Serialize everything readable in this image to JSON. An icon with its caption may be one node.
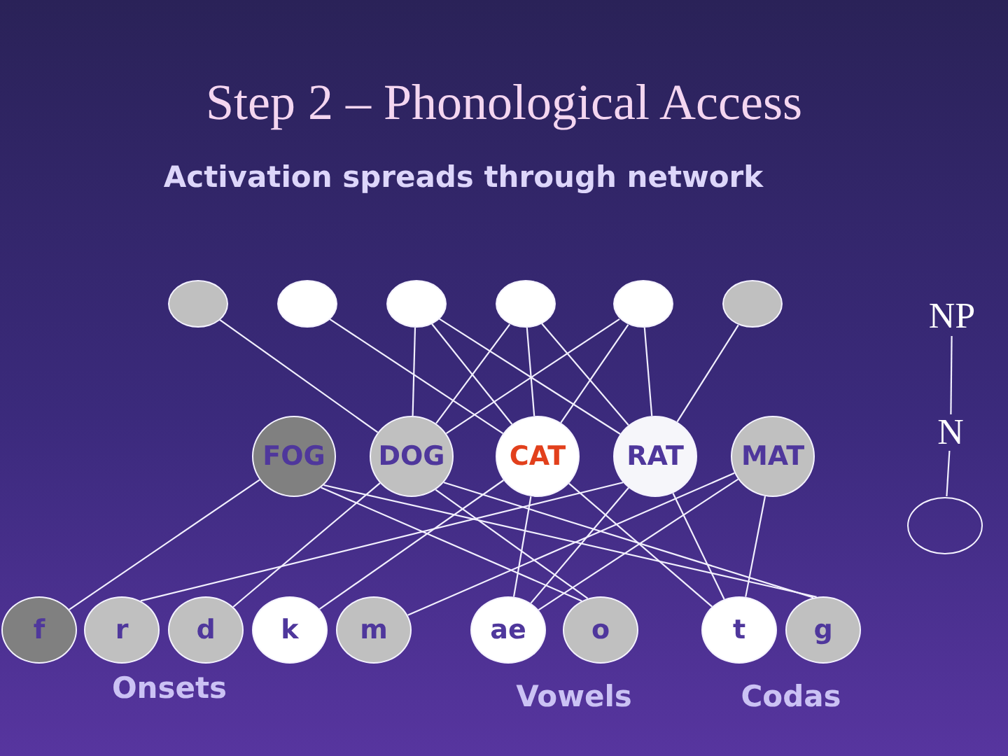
{
  "diagram": {
    "title": "Step 2 – Phonological Access",
    "nodes": [
      {
        "text": [],
        "shape": "circle"
      },
      {
        "text": [],
        "shape": "circle"
      },
      {
        "text": [],
        "shape": "circle"
      },
      {
        "text": [],
        "shape": "circle"
      },
      {
        "text": [],
        "shape": "circle"
      },
      {
        "text": [],
        "shape": "circle"
      },
      {
        "text": [
          "NP"
        ]
      },
      {
        "text": [
          "FOG"
        ]
      },
      {
        "text": [
          "DOG"
        ]
      },
      {
        "text": [
          "CAT"
        ]
      },
      {
        "text": [
          "RAT"
        ]
      },
      {
        "text": [
          "MAT"
        ]
      },
      {
        "text": [
          "N"
        ]
      },
      {
        "text": [],
        "shape": "circle"
      },
      {
        "text": [
          "f"
        ]
      },
      {
        "text": [
          "r"
        ]
      },
      {
        "text": [
          "d"
        ]
      },
      {
        "text": [
          "k"
        ]
      },
      {
        "text": [
          "m"
        ]
      },
      {
        "text": [
          "ae"
        ]
      },
      {
        "text": [
          "o"
        ]
      },
      {
        "text": [
          "t"
        ]
      },
      {
        "text": [
          "g"
        ]
      }
    ],
    "edges": [
      {
        "from": 0,
        "to": 8,
        "arrow": "none"
      },
      {
        "from": 1,
        "to": 9,
        "arrow": "none"
      },
      {
        "from": 2,
        "to": 8,
        "arrow": "none"
      },
      {
        "from": 2,
        "to": 9,
        "arrow": "none"
      },
      {
        "from": 2,
        "to": 10,
        "arrow": "none"
      },
      {
        "from": 3,
        "to": 8,
        "arrow": "none"
      },
      {
        "from": 3,
        "to": 9,
        "arrow": "none"
      },
      {
        "from": 3,
        "to": 10,
        "arrow": "none"
      },
      {
        "from": 4,
        "to": 8,
        "arrow": "none"
      },
      {
        "from": 4,
        "to": 9,
        "arrow": "none"
      },
      {
        "from": 4,
        "to": 10,
        "arrow": "none"
      },
      {
        "from": 5,
        "to": 10,
        "arrow": "none"
      },
      {
        "from": 6,
        "to": 12,
        "arrow": "none"
      },
      {
        "from": 12,
        "to": 13,
        "arrow": "none"
      },
      {
        "from": 7,
        "to": 14,
        "arrow": "none"
      },
      {
        "from": 7,
        "to": 20,
        "arrow": "none"
      },
      {
        "from": 7,
        "to": 22,
        "arrow": "none"
      },
      {
        "from": 8,
        "to": 16,
        "arrow": "none"
      },
      {
        "from": 8,
        "to": 20,
        "arrow": "none"
      },
      {
        "from": 8,
        "to": 22,
        "arrow": "none"
      },
      {
        "from": 9,
        "to": 17,
        "arrow": "none"
      },
      {
        "from": 9,
        "to": 19,
        "arrow": "none"
      },
      {
        "from": 9,
        "to": 21,
        "arrow": "none"
      },
      {
        "from": 10,
        "to": 15,
        "arrow": "none"
      },
      {
        "from": 10,
        "to": 19,
        "arrow": "none"
      },
      {
        "from": 10,
        "to": 21,
        "arrow": "none"
      },
      {
        "from": 11,
        "to": 18,
        "arrow": "none"
      },
      {
        "from": 11,
        "to": 19,
        "arrow": "none"
      },
      {
        "from": 11,
        "to": 21,
        "arrow": "none"
      }
    ],
    "labels": [
      "Activation spreads through network",
      "Onsets",
      "Vowels",
      "Codas"
    ]
  }
}
